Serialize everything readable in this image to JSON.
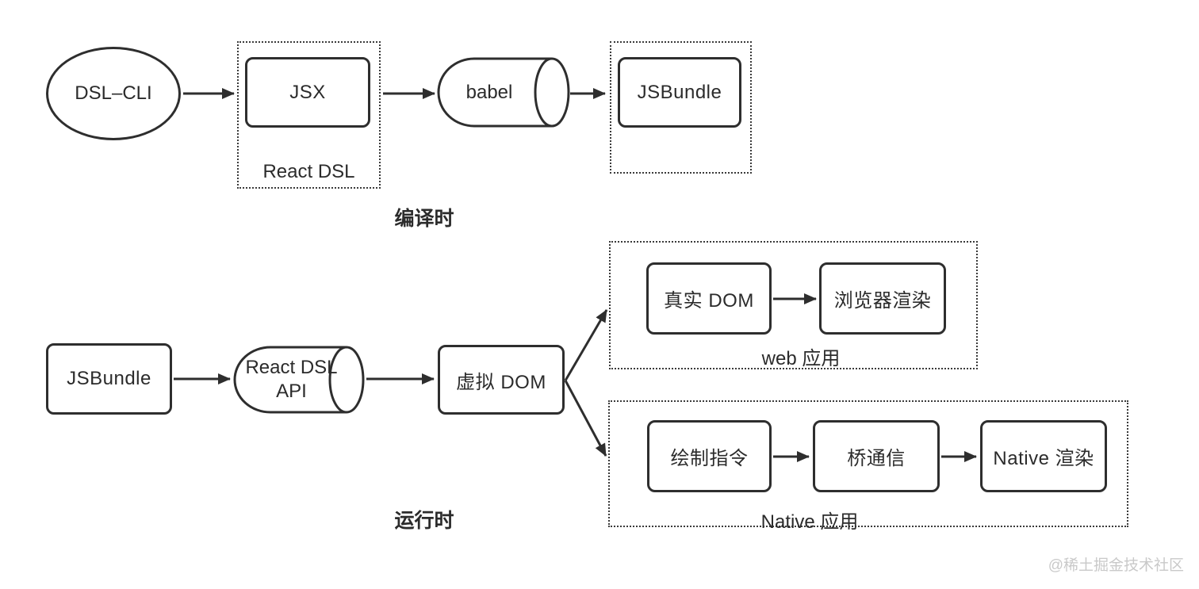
{
  "colors": {
    "stroke": "#2e2e2e",
    "text": "#2b2b2b",
    "dotted_border": "#3a3a3a",
    "background": "#ffffff",
    "watermark": "#c9c9c9"
  },
  "compile": {
    "section_label": "编译时",
    "dsl_cli": "DSL–CLI",
    "react_dsl_group_label": "React DSL",
    "jsx": "JSX",
    "babel": "babel",
    "jsbundle": "JSBundle"
  },
  "runtime": {
    "section_label": "运行时",
    "jsbundle": "JSBundle",
    "react_dsl_api_line1": "React DSL",
    "react_dsl_api_line2": "API",
    "virtual_dom": "虚拟 DOM",
    "web_group_label": "web 应用",
    "real_dom": "真实 DOM",
    "browser_render": "浏览器渲染",
    "native_group_label": "Native 应用",
    "draw_commands": "绘制指令",
    "bridge_comm": "桥通信",
    "native_render": "Native 渲染"
  },
  "watermark": "@稀土掘金技术社区"
}
